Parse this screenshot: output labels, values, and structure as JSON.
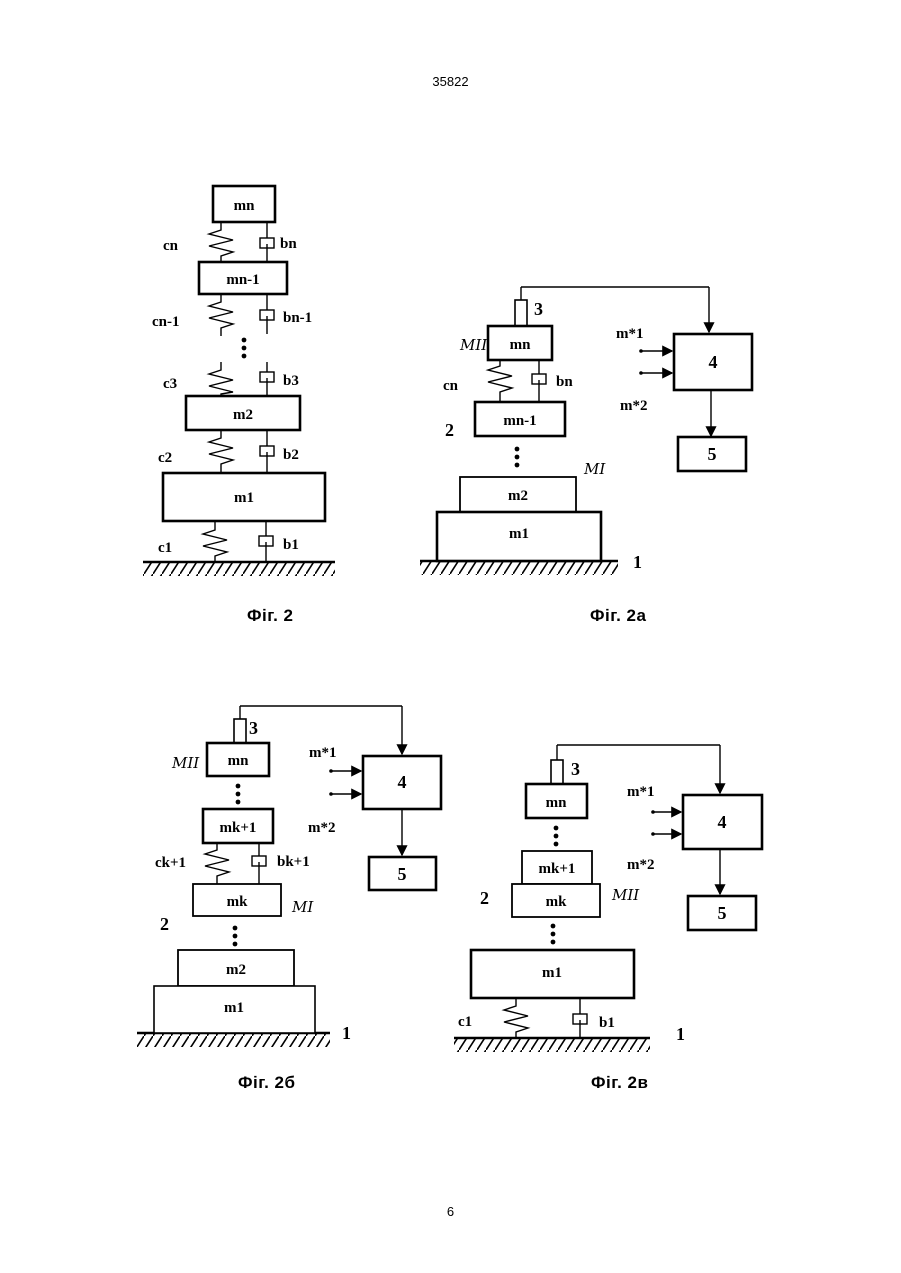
{
  "page": {
    "header_number": "35822",
    "footer_number": "6"
  },
  "figures": [
    {
      "caption": "Фіг. 2",
      "masses": [
        "mn",
        "mn-1",
        "m2",
        "m1"
      ],
      "labels": [
        "cn",
        "bn",
        "cn-1",
        "bn-1",
        "c3",
        "b3",
        "c2",
        "b2",
        "c1",
        "b1"
      ]
    },
    {
      "caption": "Фіг. 2а",
      "masses": [
        "mn",
        "mn-1",
        "m2",
        "m1"
      ],
      "labels": [
        "cn",
        "bn",
        "m*1",
        "m*2",
        "MII",
        "MI",
        "2",
        "1",
        "3",
        "4",
        "5"
      ]
    },
    {
      "caption": "Фіг. 2б",
      "masses": [
        "mn",
        "mk+1",
        "mk",
        "m2",
        "m1"
      ],
      "labels": [
        "ck+1",
        "bk+1",
        "m*1",
        "m*2",
        "MII",
        "MI",
        "2",
        "1",
        "3",
        "4",
        "5"
      ]
    },
    {
      "caption": "Фіг. 2в",
      "masses": [
        "mn",
        "mk+1",
        "mk",
        "m1"
      ],
      "labels": [
        "c1",
        "b1",
        "m*1",
        "m*2",
        "MII",
        "2",
        "1",
        "3",
        "4",
        "5"
      ]
    }
  ]
}
